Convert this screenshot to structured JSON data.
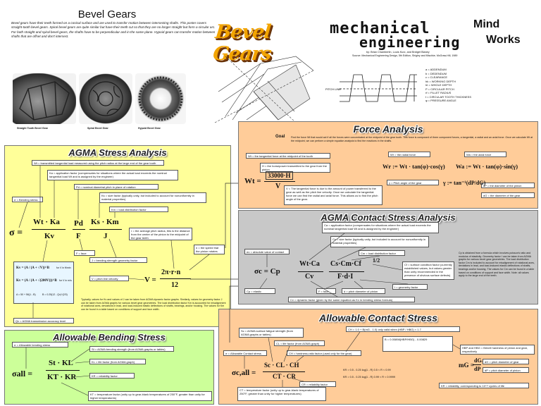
{
  "header": {
    "bevel_title": "Bevel Gears",
    "bevel_text": "Bevel gears have their teeth formed on a conical surface and are used to transfer motion between intersecting shafts. This poster covers straight-tooth bevel gears. Spiral bevel gears are quite similar but have their teeth cut so that they are no longer straight but form a circular arc. For both straight and spiral bevel gears, the shafts have to be perpendicular and in the same plane. Hypoid gears can transfer motion between shafts that are offset and don't intersect.",
    "photo_labels": [
      "Straight Tooth Bevel Gear",
      "Spiral Bevel Gear",
      "Hypoid Bevel Gear"
    ],
    "logo_text": "Bevel Gears",
    "me_line1": "mechanical",
    "me_line2": "engineering",
    "mind": "Mind",
    "works": "Works",
    "authors": "by: Brian Chamberlin, Louis Kurz, and Bridget Blaney",
    "source": "Source: Mechanical Engineering Design, 5th Edition, Shigley and Mischke, McGraw-Hill, 1989",
    "legend": [
      "a = ADDENDUM",
      "b = DEDENDUM",
      "c = CLEARANCE",
      "hk = WORKING DEPTH",
      "ht = WHOLE DEPTH",
      "P = CIRCULAR PITCH",
      "rf = FILLET RADIUS",
      "t = CIRCULAR TOOTH THICKNESS",
      "φ = PRESSURE ANGLE"
    ],
    "pitch_line": "PITCH LINE"
  },
  "agma_stress": {
    "title": "AGMA Stress Analysis",
    "boxes": [
      "Wt = transmitted tangential load measured using the pitch radius at the large end of the gear tooth",
      "Ka = application factor (compensates for situations where the actual load exceeds the nominal tangential load Wt and is assigned by the engineer)",
      "Pd = nominal diametral pitch in plane of rotation",
      "Ks = size factor (typically unity, but included to account for nonuniformity in material properties)",
      "Km = load distribution factor",
      "σ = Bending stress",
      "F = face width",
      "r = the average pitch radius, this is the distance from the center of the pinion to the midpoint of the gear teeth",
      "n = the speed that the pinion rotates",
      "J = bending strength geometry factor",
      "V = pitch line velocity",
      "Qv = AGMA transmission accuracy level number",
      "for V in ft/min",
      "for V in m/s",
      "A = 50 + 56(1 - B)",
      "B = 0.25(12 - Qv)^(2/3)"
    ],
    "note": "Typically, values for Kv and values of J can be taken from AGMA dynamic factor graphs. Similarly, values for geometry factor J can be taken from AGMA graphs for various bevel gear geometries. The load distribution factor Km is accounted for misalignment of rotational axes, deviations in lead, and load-induced elastic deflections of shafts, bearings, and/or housing. The values for Km can be found in a table based on conditions of support and face width.",
    "eq_sigma": "σ =",
    "eq_num1": "Wt · Ka",
    "eq_den1": "Kv",
    "eq_pd": "Pd",
    "eq_f": "F",
    "eq_num2": "Ks · Km",
    "eq_den2": "J",
    "eq_v": "V =",
    "eq_v_num": "2π·r·n",
    "eq_v_den": "12",
    "kv1": "Kv = (A / (A + √V))^B",
    "kv2": "Kv = (A / (A + √(200V)))^B"
  },
  "force": {
    "title": "Force Analysis",
    "goal": "Goal",
    "intro": "Find the force Wt that would act if all the forces were concentrated at the midpoint of the gear tooth. This force is composed of three component forces, a tangential, a radial and an axial force. Once we calculate Wt at the midpoint, we can perform a simple equation analysis to find the reactions in the shafts.",
    "boxes": [
      "Wt = the tangential force at the midpoint of the tooth",
      "H = the horsepower transmitted to the gear from the pinion",
      "Wr = the radial force",
      "Wa = the axial force",
      "γ = Pitch angle of the gear",
      "dP = the diameter of the pinion",
      "dG = the diameter of the gear",
      "V = The tangential force is due to the amount of power transferred to the gear as well as the pitch line velocity. Once we calculate the tangential force we can find the radial and axial force. This allows us to find the pitch angle of the gear."
    ],
    "eq_wt": "Wt =",
    "eq_wt_num": "33000·H",
    "eq_wt_den": "V",
    "eq_wr": "Wr := Wt · tan(φ)·cos(γ)",
    "eq_wa": "Wa := Wt · tan(φ)·sin(γ)",
    "eq_gamma": "γ := tan⁻¹(dP/dG)"
  },
  "contact": {
    "title": "AGMA Contact Stress Analysis",
    "boxes": [
      "Ca = application factor (compensates for situations where the actual load exceeds the nominal tangential load Wt and is assigned by the engineer)",
      "Cs = size factor (typically unity, but included to account for nonuniformity in material properties)",
      "Cm = load distribution factor",
      "σc = absolute value of contact stress",
      "Cf = surface condition factor (currently established values, but values greater than unity recommended in the presence of obvious surface defects)",
      "Cp = elastic coefficient",
      "F = face width",
      "d = pitch diameter of pinion",
      "I = geometry factor",
      "Cv = dynamic factor (given by the same equation as Kv in bending stress formula)"
    ],
    "note": "Cp is obtained from a formula which involves poisson's ratio and modulus of elasticity. Geometry factor I can be taken from AGMA graphs for various bevel gear geometries. The load distribution factor Cm is included to account for misalignment of rotational axes, deviations in lead, and load-induced elastic deflections of shafts, bearings and/or housing. The values for Cm can be found in a table based on conditions of support and face width. Note: all values apply to the large end of the teeth.",
    "eq_left": "σc = Cp",
    "eq_num": "Wt·Ca",
    "eq_den": "Cv",
    "eq_mid": "Cs·Cm·Cf",
    "eq_right": "F·d·I",
    "eq_exp": "1/2"
  },
  "bending": {
    "title": "Allowable Bending Stress",
    "boxes": [
      "σ = Allowable bending stress",
      "St = AGMA bending strength (from AGMA graphs or tables)",
      "KL = life factor (from AGMA graph)",
      "KR = reliability factor",
      "KT = temperature factor (unity up to gear-blank temperatures of 250°F, greater than unity for higher temperatures)"
    ],
    "eq_left": "σall =",
    "eq_num": "St · KL",
    "eq_den": "KT · KR"
  },
  "allow_contact": {
    "title": "Allowable Contact Stress",
    "boxes": [
      "Sc = AGMA surface fatigue strength (from AGMA graphs or tables)",
      "CL = life factor (from AGMA graph)",
      "CH = hardness-ratio factor (used only for the gear)",
      "σ = Allowable Contact stress",
      "CT = temperature factor (unity up to gear-blank temperatures of 250°F, greater than unity for higher temperatures)",
      "CR = reliability factor",
      "CH = 1.0 + B(mG - 1.0) only valid when (HBP / HBG) < 1.7",
      "B = 0.00898(HBP/HBG) - 0.00829",
      "HBP and HBG = Brinell hardness of pinion and gear, respectively",
      "dG = pitch diameter of gear",
      "dP = pitch diameter of pinion",
      "KR = reliability, corresponding to 10^7 cycles of life",
      "KR = 0.5 - 0.25 log(1 - R)   0.5 < R < 0.99",
      "KR = 0.5 - 0.25 log(1 - R)   0.99 < R < 0.9999"
    ],
    "eq_left": "σc,all =",
    "eq_num": "Sc · CL · CH",
    "eq_den": "CT · CR",
    "eq_mg": "mG =",
    "eq_mg_num": "dG",
    "eq_mg_den": "dP"
  },
  "colors": {
    "yellow": "#ffff99",
    "green": "#ccff99",
    "salmon": "#ffcc99",
    "gray": "#c8c8c8",
    "cyan": "#e8f6ff",
    "brown": "#8b3a12",
    "orange": "#ffb020"
  }
}
